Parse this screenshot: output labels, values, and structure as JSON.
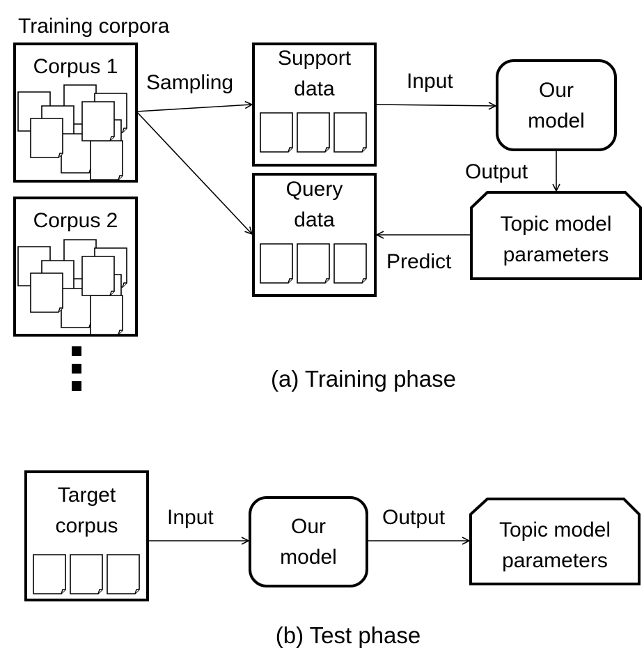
{
  "training": {
    "corpora_heading": "Training corpora",
    "corpus1_label": "Corpus 1",
    "corpus2_label": "Corpus 2",
    "sampling_label": "Sampling",
    "support_label_line1": "Support",
    "support_label_line2": "data",
    "query_label_line1": "Query",
    "query_label_line2": "data",
    "input_label": "Input",
    "model_line1": "Our",
    "model_line2": "model",
    "output_label": "Output",
    "params_line1": "Topic model",
    "params_line2": "parameters",
    "predict_label": "Predict",
    "caption": "(a) Training phase"
  },
  "test": {
    "target_line1": "Target",
    "target_line2": "corpus",
    "input_label": "Input",
    "model_line1": "Our",
    "model_line2": "model",
    "output_label": "Output",
    "params_line1": "Topic model",
    "params_line2": "parameters",
    "caption": "(b) Test phase"
  },
  "colors": {
    "stroke": "#000000",
    "fill": "#ffffff"
  }
}
